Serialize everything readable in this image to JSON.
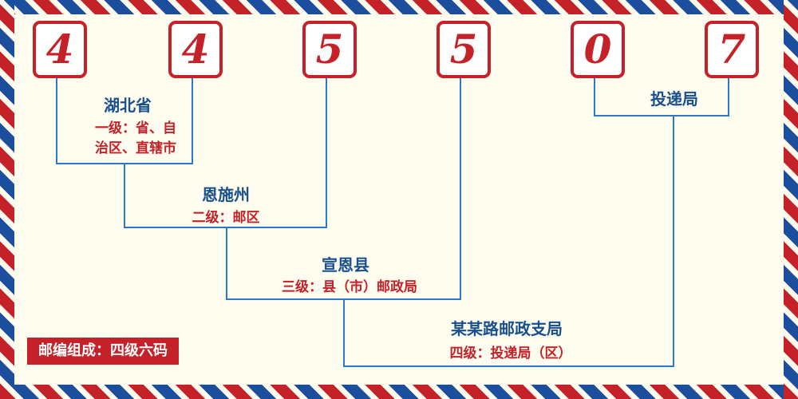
{
  "digits": [
    "4",
    "4",
    "5",
    "5",
    "0",
    "7"
  ],
  "labels": {
    "level1": {
      "name": "湖北省",
      "desc1": "一级：省、自",
      "desc2": "治区、直辖市"
    },
    "level2": {
      "name": "恩施州",
      "desc": "二级：邮区"
    },
    "level3": {
      "name": "宣恩县",
      "desc": "三级：县（市）邮政局"
    },
    "delivery": {
      "name": "投递局"
    },
    "level4": {
      "name": "某某路邮政支局",
      "desc": "四级：投递局（区）"
    }
  },
  "footer": {
    "badge": "邮编组成：四级六码"
  },
  "colors": {
    "red": "#c42128",
    "blue_text": "#184f8e",
    "line_blue": "#2979c8",
    "background": "#fffdf0"
  }
}
